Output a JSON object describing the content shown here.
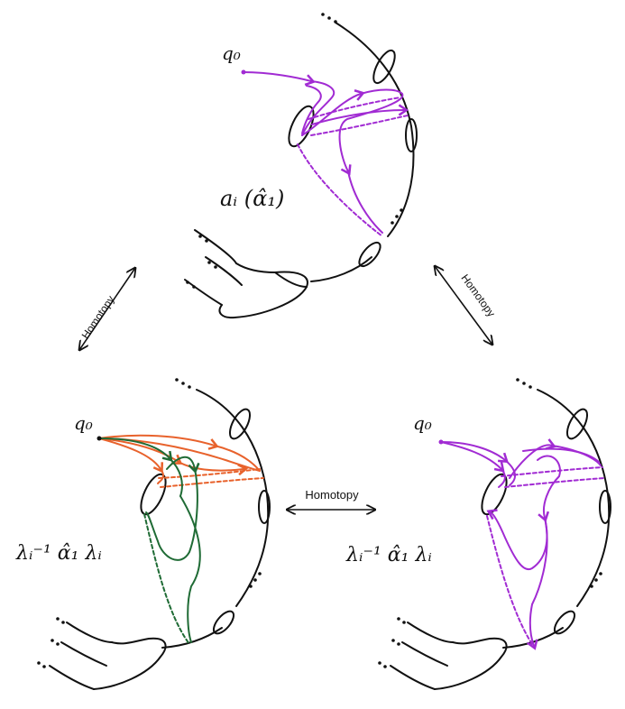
{
  "labels": {
    "top_base": "q₀",
    "top_formula": "aᵢ (α̂₁)",
    "left_base": "q₀",
    "left_formula": "λᵢ⁻¹ α̂₁ λᵢ",
    "right_base": "q₀",
    "right_formula": "λᵢ⁻¹ α̂₁ λᵢ",
    "dots": "..."
  },
  "arrows": {
    "left": "Homotopy",
    "right": "Homotopy",
    "bottom": "Homotopy"
  },
  "colors": {
    "outline": "#111111",
    "purple": "#a12bd3",
    "orange": "#e8622c",
    "green": "#1f6b35"
  }
}
